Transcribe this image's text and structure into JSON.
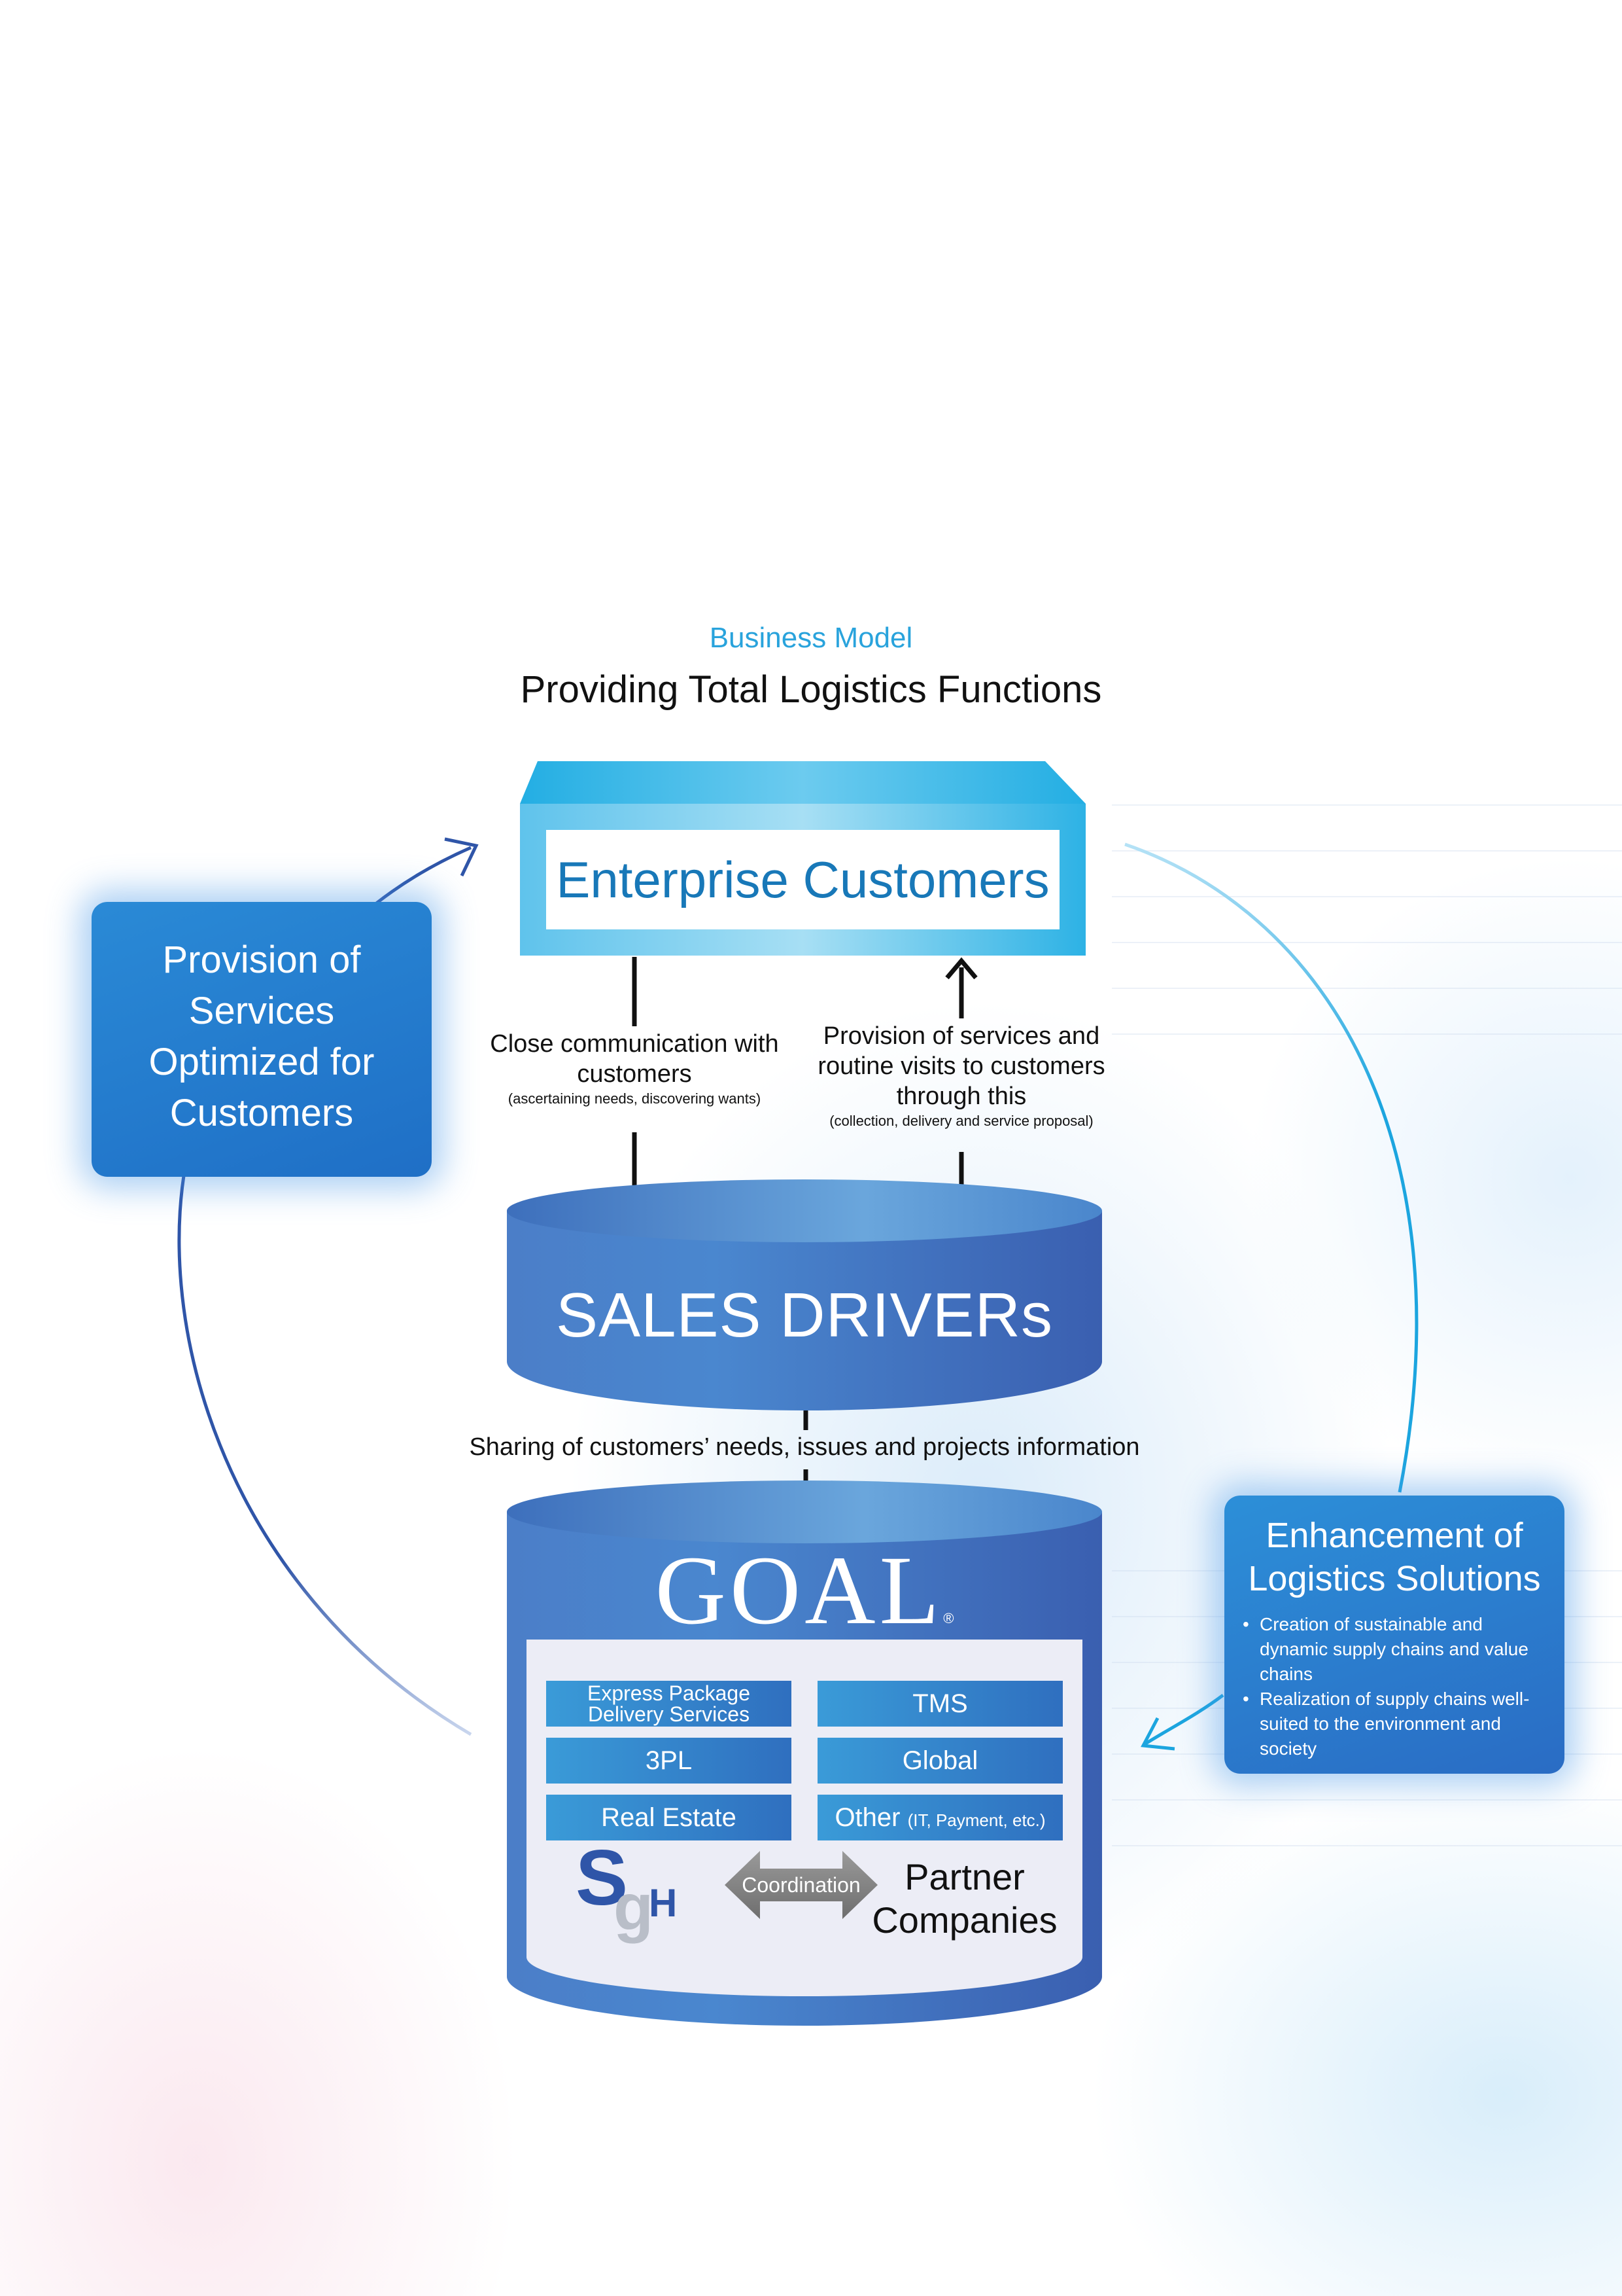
{
  "header": {
    "subtitle": "Business Model",
    "title": "Providing Total Logistics Functions"
  },
  "enterprise_customers": {
    "label": "Enterprise Customers"
  },
  "flows": {
    "left": {
      "main": "Close communication with customers",
      "note": "(ascertaining needs, discovering wants)"
    },
    "right": {
      "main": "Provision of services and routine visits to customers through this",
      "note": "(collection, delivery and service proposal)"
    },
    "sharing": "Sharing of customers’ needs, issues and projects information"
  },
  "sales_drivers": {
    "label": "SALES DRIVERs"
  },
  "goal": {
    "label": "GOAL",
    "reg_mark": "®",
    "services": [
      {
        "line1": "Express Package",
        "line2": "Delivery Services"
      },
      {
        "label": "TMS"
      },
      {
        "label": "3PL"
      },
      {
        "label": "Global"
      },
      {
        "label": "Real Estate"
      },
      {
        "label": "Other",
        "note": "(IT, Payment, etc.)"
      }
    ],
    "logo": "SGH",
    "coordination": "Coordination",
    "partner_line1": "Partner",
    "partner_line2": "Companies"
  },
  "left_box": {
    "line1": "Provision of",
    "line2": "Services",
    "line3": "Optimized for",
    "line4": "Customers"
  },
  "right_box": {
    "title_line1": "Enhancement of",
    "title_line2": "Logistics Solutions",
    "bullets": [
      "Creation of sustainable and dynamic supply chains and value chains",
      "Realization of supply chains well-suited to the environment and society"
    ]
  },
  "colors": {
    "accent_blue": "#29a3dc",
    "deep_blue": "#2f5fb0",
    "cyan": "#1aa6df"
  }
}
